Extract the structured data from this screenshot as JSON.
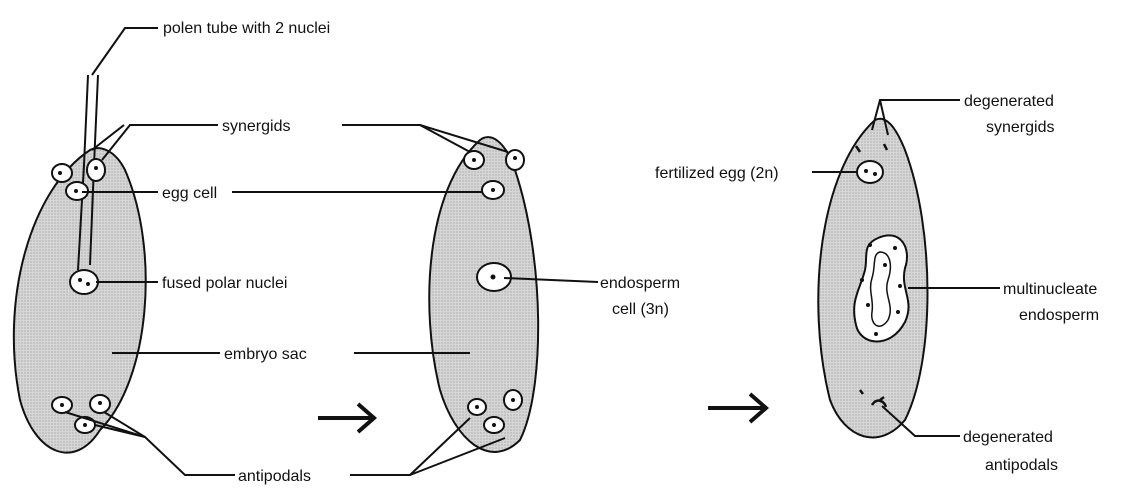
{
  "labels": {
    "pollen_tube": "polen tube with 2 nuclei",
    "synergids": "synergids",
    "egg_cell": "egg cell",
    "fused_polar_nuclei": "fused polar nuclei",
    "embryo_sac": "embryo sac",
    "antipodals": "antipodals",
    "endosperm_cell_line1": "endosperm",
    "endosperm_cell_line2": "cell (3n)",
    "fertilized_egg": "fertilized egg (2n)",
    "degenerated_synergids_line1": "degenerated",
    "degenerated_synergids_line2": "synergids",
    "multinucleate_line1": "multinucleate",
    "multinucleate_line2": "endosperm",
    "degenerated_antipodals_line1": "degenerated",
    "degenerated_antipodals_line2": "antipodals"
  },
  "colors": {
    "sac_fill": "#cfcfcf",
    "ink": "#111111"
  }
}
